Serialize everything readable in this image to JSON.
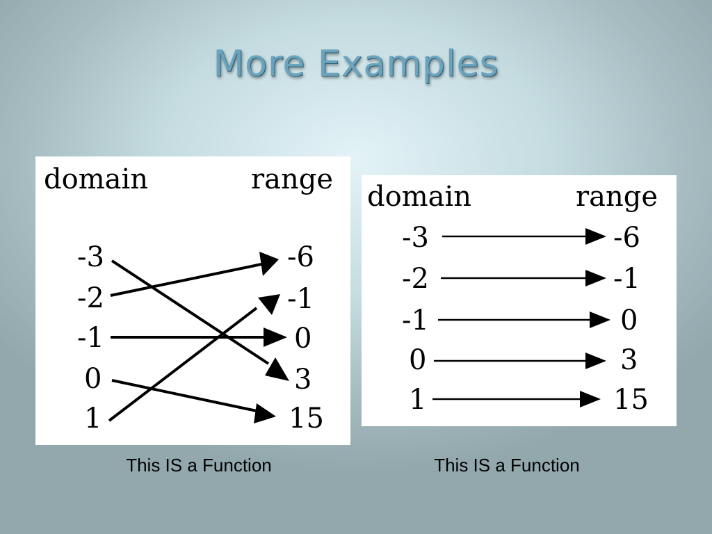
{
  "slide": {
    "title": "More Examples"
  },
  "left_mapping": {
    "domain_header": "domain",
    "range_header": "range",
    "domain": [
      "-3",
      "-2",
      "-1",
      "0",
      "1"
    ],
    "range": [
      "-6",
      "-1",
      "0",
      "3",
      "15"
    ],
    "caption": "This IS a Function"
  },
  "right_mapping": {
    "domain_header": "domain",
    "range_header": "range",
    "domain": [
      "-3",
      "-2",
      "-1",
      "0",
      "1"
    ],
    "range": [
      "-6",
      "-1",
      "0",
      "3",
      "15"
    ],
    "caption": "This IS a Function"
  }
}
